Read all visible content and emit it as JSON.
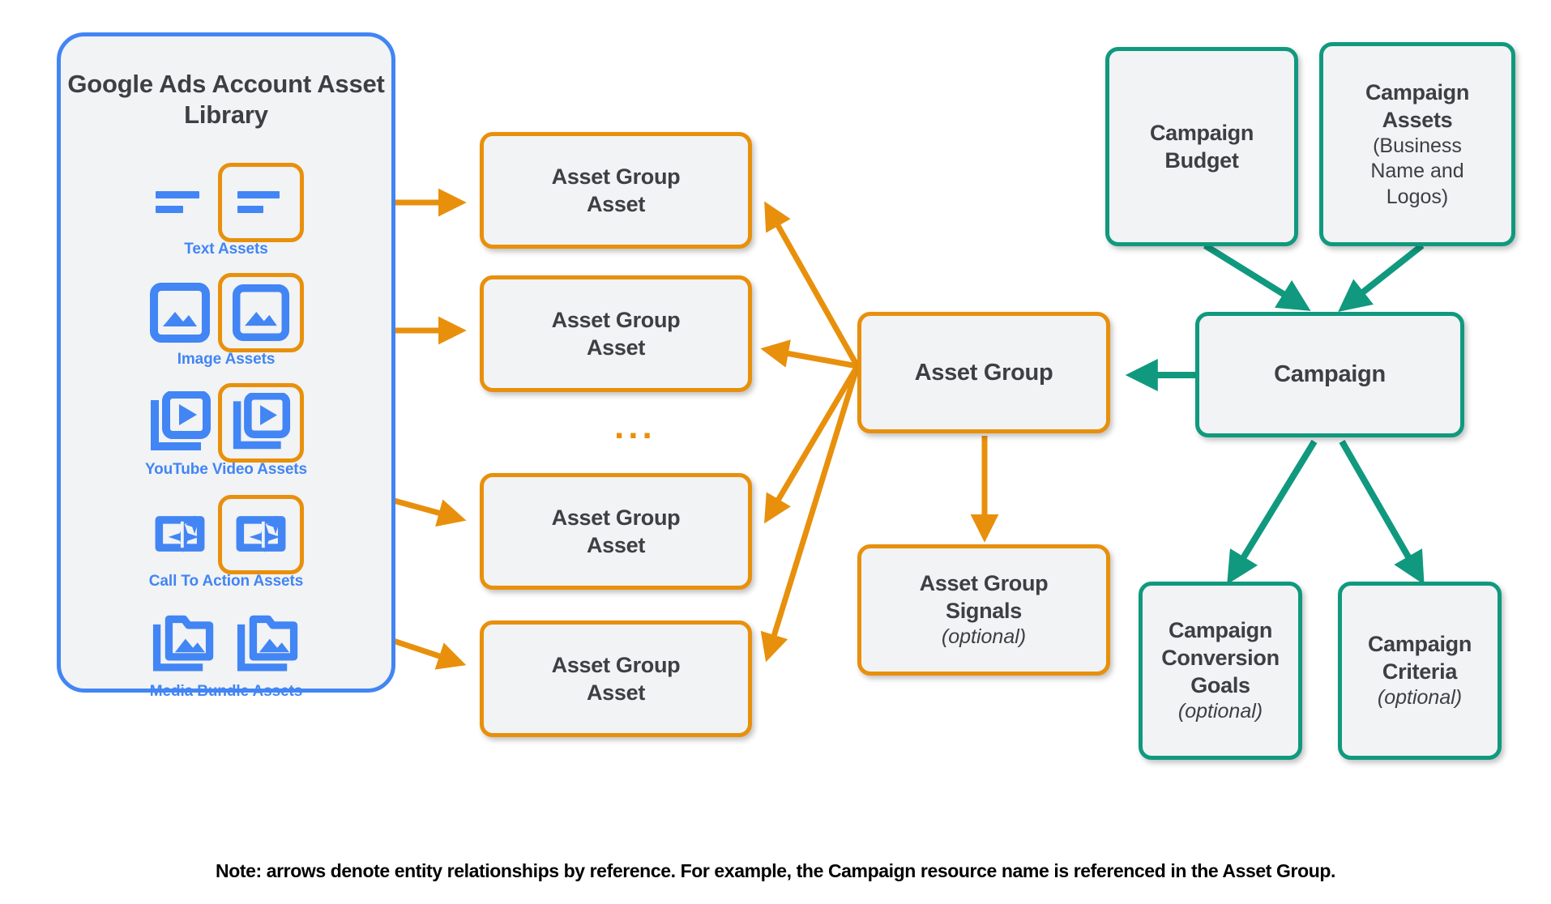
{
  "library": {
    "title": "Google Ads Account\nAsset Library",
    "items": [
      {
        "label": "Text Assets",
        "icon": "text-asset-icon",
        "highlighted": true
      },
      {
        "label": "Image Assets",
        "icon": "image-asset-icon",
        "highlighted": true
      },
      {
        "label": "YouTube Video  Assets",
        "icon": "video-asset-icon",
        "highlighted": true
      },
      {
        "label": "Call To Action Assets",
        "icon": "call-to-action-asset-icon",
        "highlighted": true
      },
      {
        "label": "Media Bundle  Assets",
        "icon": "media-bundle-asset-icon",
        "highlighted": false
      }
    ]
  },
  "asset_group_assets": [
    {
      "title": "Asset Group\nAsset"
    },
    {
      "title": "Asset Group\nAsset"
    },
    {
      "title": "Asset Group\nAsset"
    },
    {
      "title": "Asset Group\nAsset"
    }
  ],
  "ellipsis": "...",
  "nodes": {
    "asset_group": {
      "title": "Asset Group"
    },
    "asset_group_signals": {
      "title": "Asset Group\nSignals",
      "sub": "(optional)"
    },
    "campaign": {
      "title": "Campaign"
    },
    "campaign_budget": {
      "title": "Campaign\nBudget"
    },
    "campaign_assets": {
      "title": "Campaign\nAssets",
      "sub": "(Business\nName and\nLogos)"
    },
    "campaign_conversion_goals": {
      "title": "Campaign\nConversion\nGoals",
      "sub": "(optional)"
    },
    "campaign_criteria": {
      "title": "Campaign\nCriteria",
      "sub": "(optional)"
    }
  },
  "footer": {
    "note": "Note: arrows denote entity relationships by reference. For example, the Campaign resource name is referenced in the Asset Group."
  },
  "colors": {
    "orange": "#e8900c",
    "teal": "#10997e",
    "blue": "#4285f4",
    "box_fill": "#f1f3f4",
    "text": "#3c4043"
  }
}
